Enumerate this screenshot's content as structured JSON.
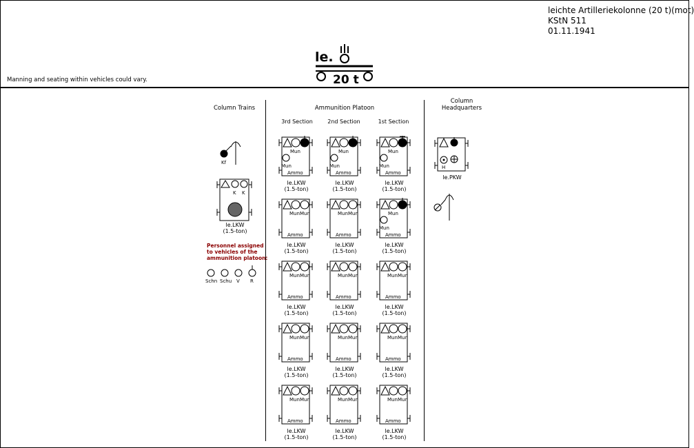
{
  "header": {
    "title_line1": "leichte Artilleriekolonne (20 t)(mot)",
    "title_line2": "KStN 511",
    "title_line3": "01.11.1941",
    "note": "Manning and seating within vehicles could vary.",
    "symbol_prefix": "le.",
    "symbol_capacity": "20 t"
  },
  "sections": {
    "column_trains": "Column Trains",
    "ammo_platoon": "Ammunition Platoon",
    "hq_line1": "Column",
    "hq_line2": "Headquarters"
  },
  "subsections": {
    "third": "3rd Section",
    "second": "2nd Section",
    "first": "1st Section"
  },
  "labels": {
    "mun": "Mun",
    "ammo": "Ammo",
    "lkw": "le.LKW",
    "ton": "(1.5-ton)",
    "pkw": "le.PKW",
    "kf": "Kf",
    "k": "K",
    "h": "H"
  },
  "personnel_note": {
    "line1": "Personnel assigned",
    "line2": "to vehicles of the",
    "line3": "ammunition platoon:"
  },
  "personnel": [
    "Schn",
    "Schu",
    "V",
    "R"
  ],
  "colors": {
    "personnel_note": "#8b0000",
    "line": "#000000"
  }
}
